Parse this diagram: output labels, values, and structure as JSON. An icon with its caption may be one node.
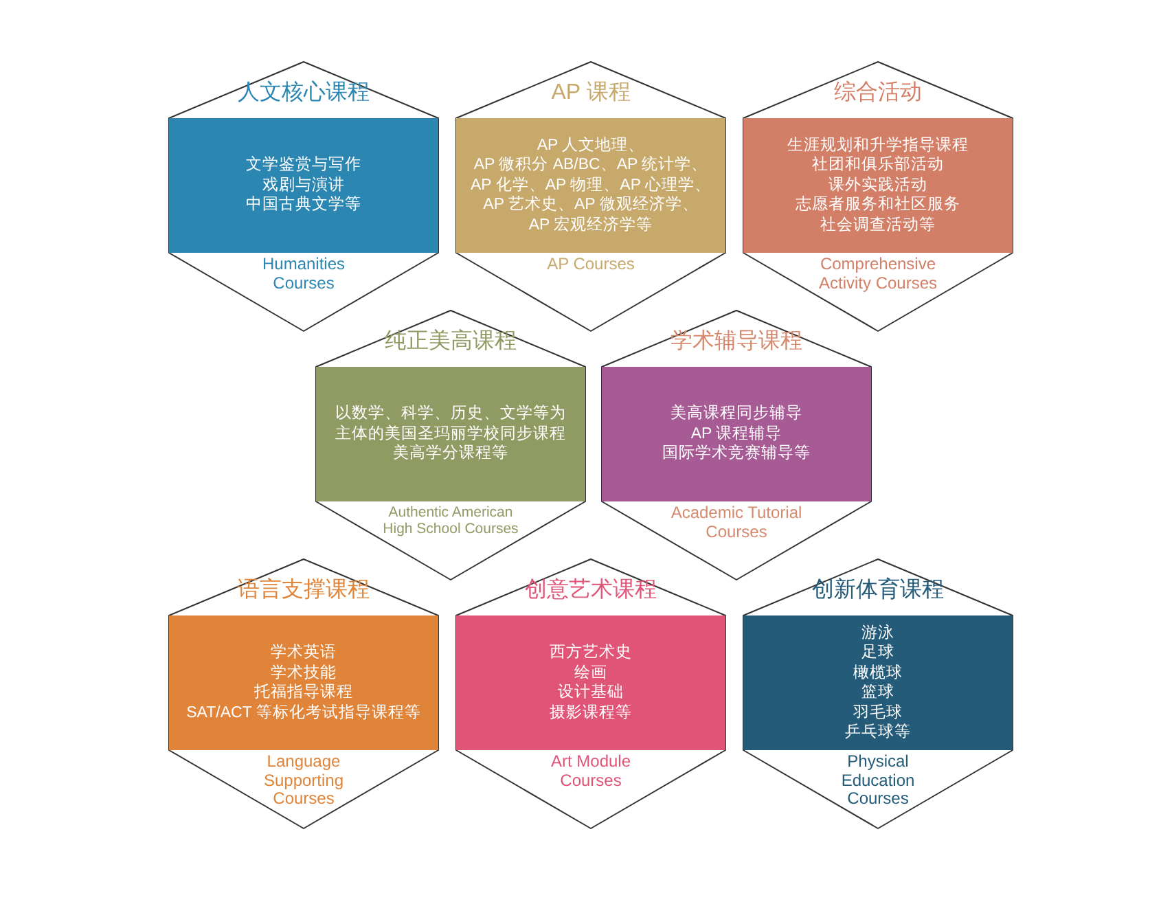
{
  "diagram": {
    "nodes": [
      {
        "text": [
          "人文核心课程",
          "文学鉴赏与写作",
          "戏剧与演讲",
          "中国古典文学等",
          "Humanities Courses"
        ]
      },
      {
        "text": [
          "AP 课程",
          "AP 人文地理、",
          "AP 微积分 AB/BC、AP 统计学、",
          "AP 化学、AP 物理、AP 心理学、",
          "AP 艺术史、AP 微观经济学、",
          "AP 宏观经济学等",
          "AP Courses"
        ]
      },
      {
        "text": [
          "综合活动",
          "生涯规划和升学指导课程",
          "社团和俱乐部活动",
          "课外实践活动",
          "志愿者服务和社区服务",
          "社会调查活动等",
          "Comprehensive Activity Courses"
        ]
      },
      {
        "text": [
          "纯正美高课程",
          "以数学、科学、历史、文学等为",
          "主体的美国圣玛丽学校同步课程",
          "美高学分课程等",
          "Authentic American High School Courses"
        ]
      },
      {
        "text": [
          "学术辅导课程",
          "美高课程同步辅导",
          "AP 课程辅导",
          "国际学术竞赛辅导等",
          "Academic Tutorial Courses"
        ]
      },
      {
        "text": [
          "语言支撑课程",
          "学术英语",
          "学术技能",
          "托福指导课程",
          "SAT/ACT 等标化考试指导课程等",
          "Language Supporting Courses"
        ]
      },
      {
        "text": [
          "创意艺术课程",
          "西方艺术史",
          "绘画",
          "设计基础",
          "摄影课程等",
          "Art Module Courses"
        ]
      },
      {
        "text": [
          "创新体育课程",
          "游泳",
          "足球",
          "橄榄球",
          "篮球",
          "羽毛球",
          "乒乓球等",
          "Physical Education Courses"
        ]
      }
    ],
    "edges": []
  }
}
